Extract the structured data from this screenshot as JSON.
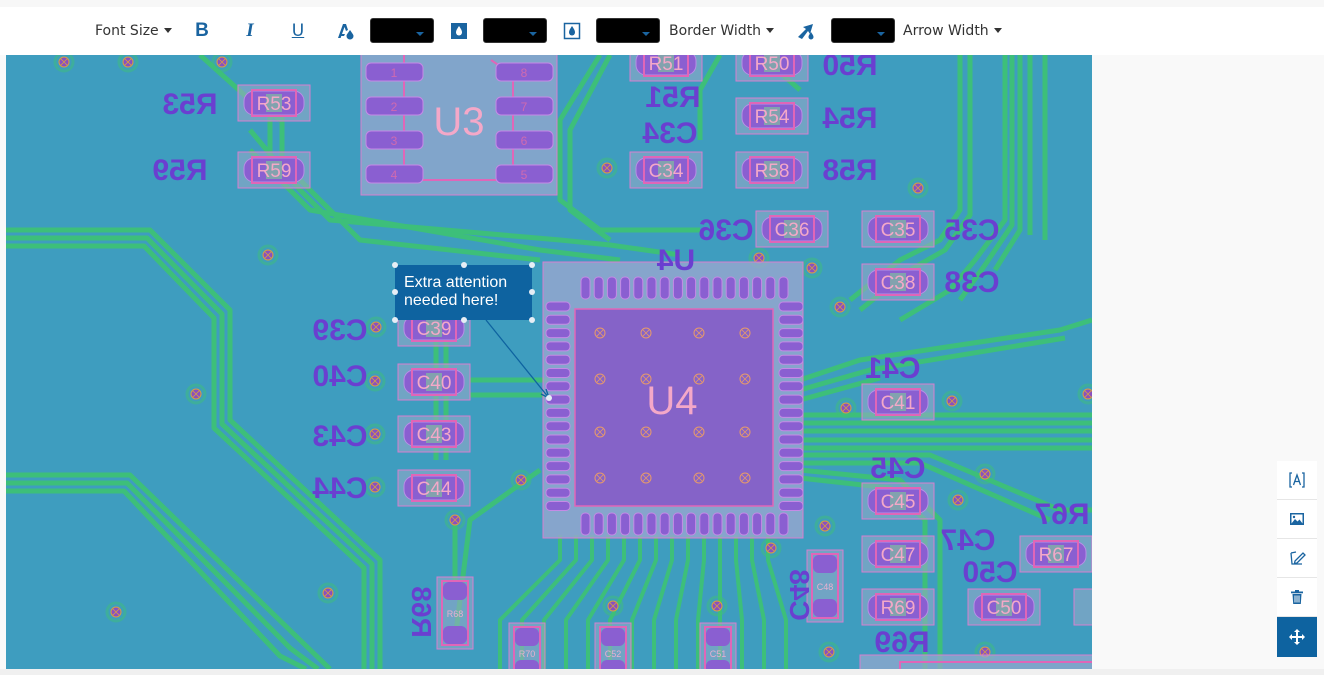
{
  "toolbar": {
    "font_size_label": "Font Size",
    "bold_icon": "bold-icon",
    "italic_icon": "italic-icon",
    "underline_icon": "underline-icon",
    "font_color_icon": "font-color-icon",
    "fill_color_icon": "fill-color-icon",
    "border_color_icon": "border-color-icon",
    "border_width_label": "Border Width",
    "arrow_color_icon": "arrow-color-icon",
    "arrow_width_label": "Arrow Width",
    "font_color_value": "#000000",
    "fill_color_value": "#000000",
    "border_color_value": "#000000",
    "arrow_color_value": "#000000"
  },
  "annotation": {
    "line1": "Extra attention",
    "line2": "needed here!",
    "fill_color": "#0e63a0",
    "text_color": "#ffffff"
  },
  "side_tools": [
    {
      "name": "add-text-tool",
      "icon": "text-box-icon",
      "active": false
    },
    {
      "name": "add-image-tool",
      "icon": "image-icon",
      "active": false
    },
    {
      "name": "draw-tool",
      "icon": "pen-icon",
      "active": false
    },
    {
      "name": "delete-tool",
      "icon": "trash-icon",
      "active": false
    },
    {
      "name": "move-tool",
      "icon": "move-icon",
      "active": true
    }
  ],
  "pcb": {
    "colors": {
      "board": "#3e9dbf",
      "trace": "#3dbf7a",
      "pad": "#8a5fd1",
      "silk_top": "#f4a8c8",
      "silk_bottom": "#6a3fd0",
      "outline": "#e066b8"
    },
    "components": [
      {
        "ref": "R53",
        "mirror": "R53"
      },
      {
        "ref": "R59",
        "mirror": "R59"
      },
      {
        "ref": "U3"
      },
      {
        "ref": "R51",
        "mirror": "R51"
      },
      {
        "ref": "R50",
        "mirror": "R50"
      },
      {
        "ref": "R54",
        "mirror": "R54"
      },
      {
        "ref": "C34",
        "mirror": "C34"
      },
      {
        "ref": "R58",
        "mirror": "R58"
      },
      {
        "ref": "C36",
        "mirror": "C36"
      },
      {
        "ref": "C35",
        "mirror": "C35"
      },
      {
        "ref": "C38",
        "mirror": "C38"
      },
      {
        "ref": "U4",
        "mirror": "U4"
      },
      {
        "ref": "C39",
        "mirror": "C39"
      },
      {
        "ref": "C40",
        "mirror": "C40"
      },
      {
        "ref": "C43",
        "mirror": "C43"
      },
      {
        "ref": "C44",
        "mirror": "C44"
      },
      {
        "ref": "C41",
        "mirror": "C41"
      },
      {
        "ref": "C45",
        "mirror": "C45"
      },
      {
        "ref": "C47",
        "mirror": "C47"
      },
      {
        "ref": "C50",
        "mirror": "C50"
      },
      {
        "ref": "R67",
        "mirror": "R67"
      },
      {
        "ref": "R69",
        "mirror": "R69"
      },
      {
        "ref": "R68",
        "mirror": "R68"
      },
      {
        "ref": "C48",
        "mirror": "C48"
      },
      {
        "ref": "R70"
      },
      {
        "ref": "C52"
      },
      {
        "ref": "C51"
      }
    ],
    "u3_pins": [
      "1",
      "2",
      "3",
      "4",
      "5",
      "6",
      "7",
      "8"
    ]
  }
}
